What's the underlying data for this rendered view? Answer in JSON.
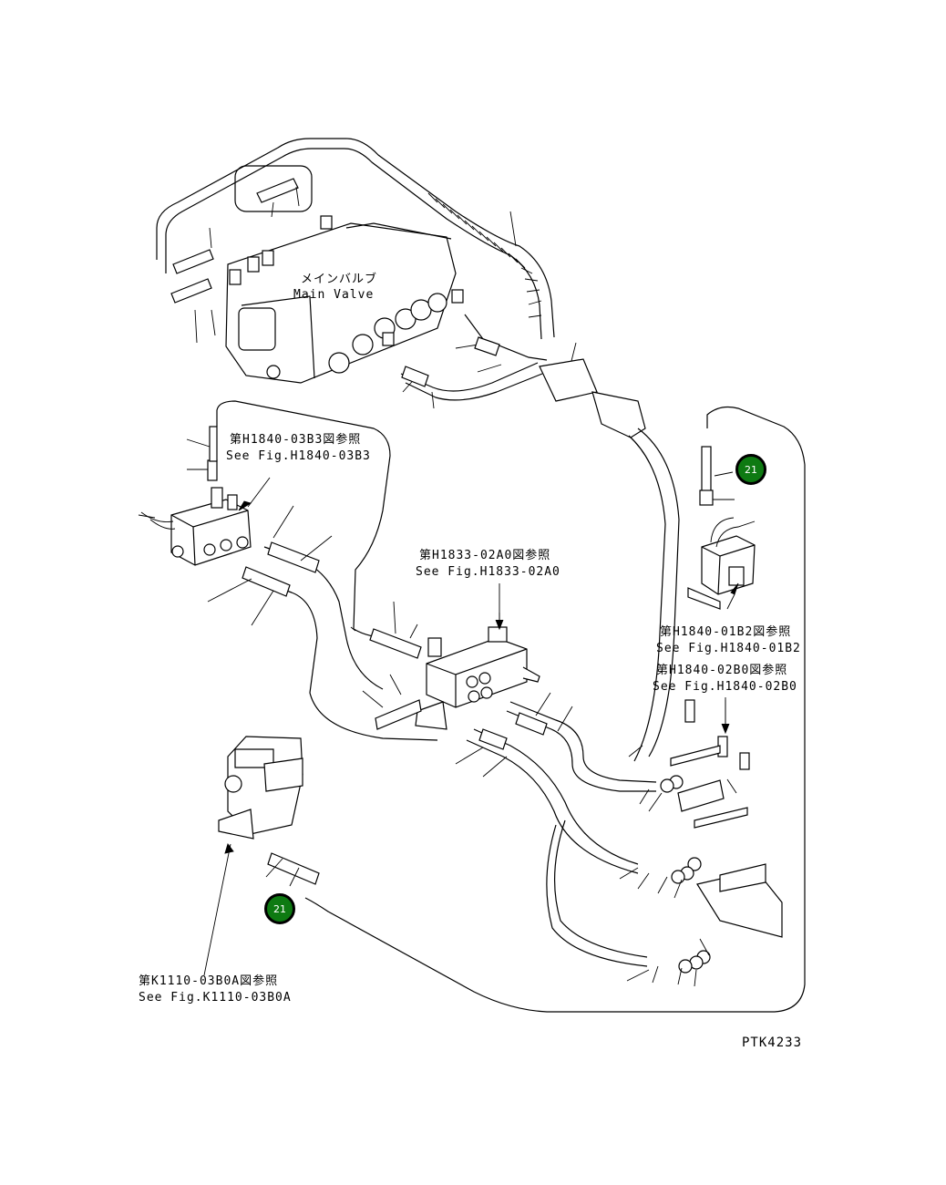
{
  "labels": {
    "main_valve_jp": "メインバルブ",
    "main_valve_en": "Main Valve",
    "ref_h1840_03b3_jp": "第H1840-03B3図参照",
    "ref_h1840_03b3_en": "See Fig.H1840-03B3",
    "ref_h1833_02a0_jp": "第H1833-02A0図参照",
    "ref_h1833_02a0_en": "See Fig.H1833-02A0",
    "ref_h1840_01b2_jp": "第H1840-01B2図参照",
    "ref_h1840_01b2_en": "See Fig.H1840-01B2",
    "ref_h1840_02b0_jp": "第H1840-02B0図参照",
    "ref_h1840_02b0_en": "See Fig.H1840-02B0",
    "ref_k1110_03b0a_jp": "第K1110-03B0A図参照",
    "ref_k1110_03b0a_en": "See Fig.K1110-03B0A",
    "drawing_number": "PTK4233"
  },
  "callouts": [
    {
      "number": "21",
      "color": "#0e7a12"
    },
    {
      "number": "21",
      "color": "#0e7a12"
    }
  ]
}
